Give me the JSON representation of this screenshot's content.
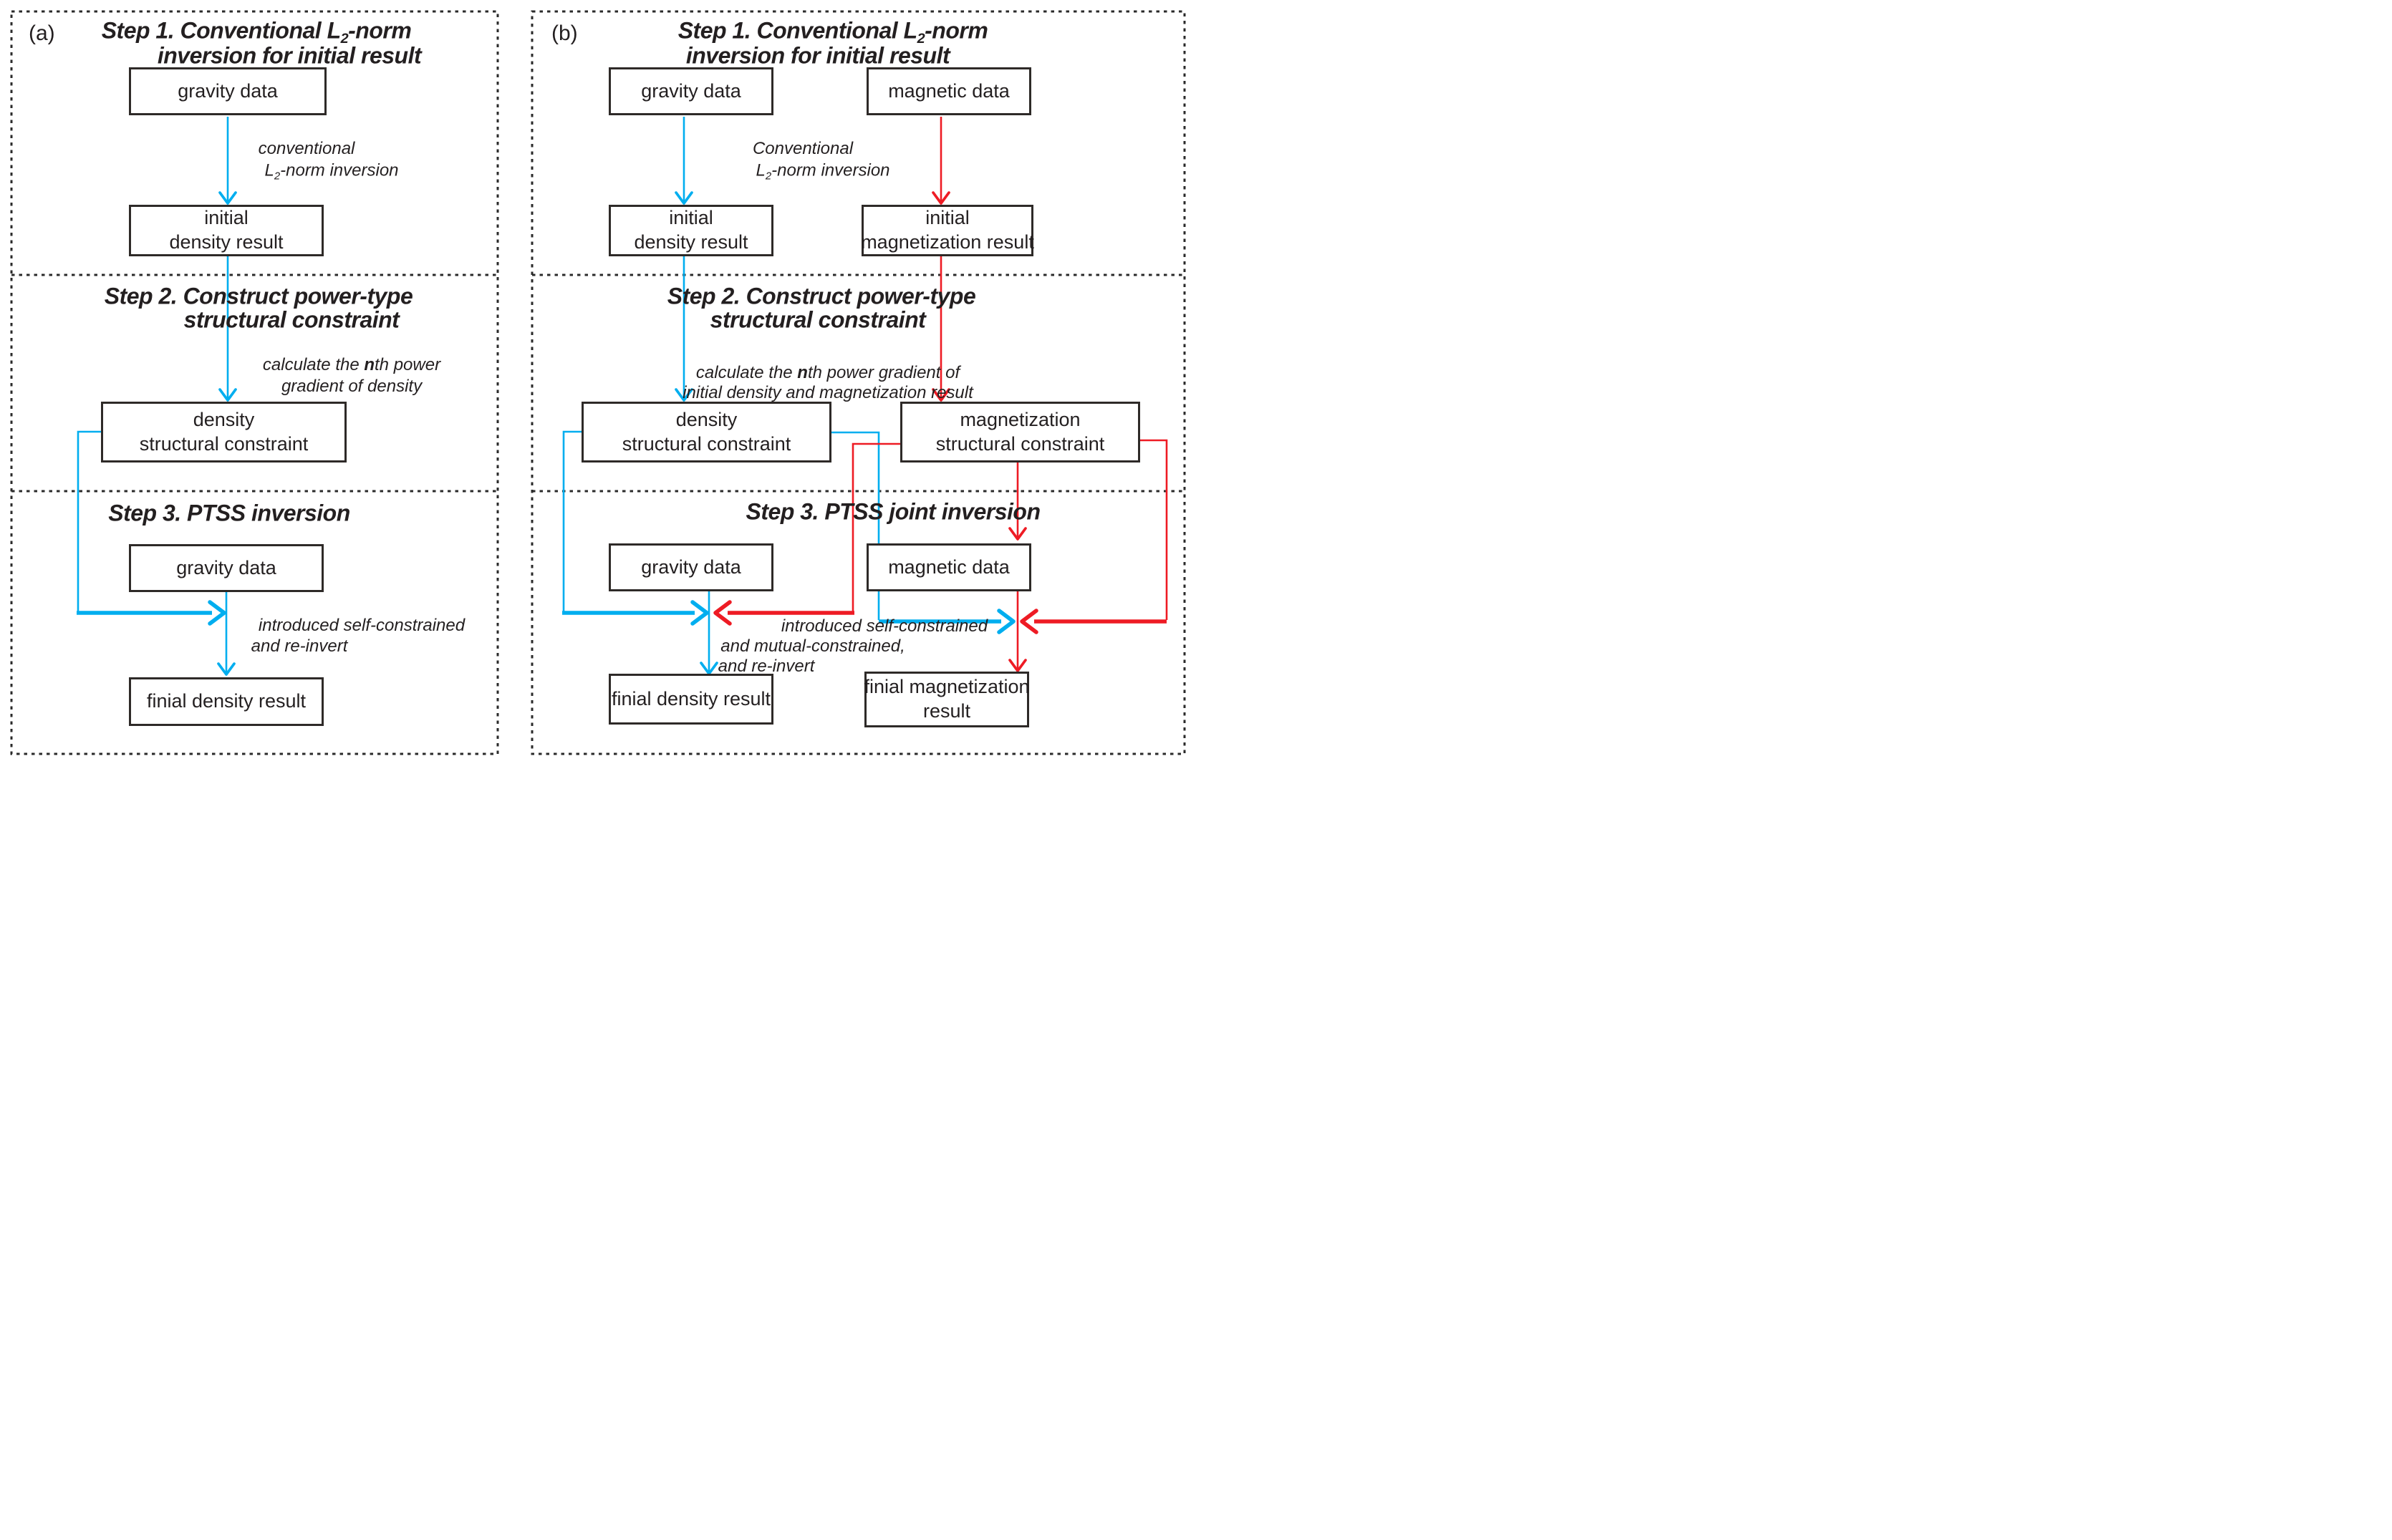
{
  "figure_type": "flowchart of PTSS inversion workflow",
  "colors": {
    "blue": "#00AEEF",
    "red": "#EE1B24",
    "ink": "#231F20",
    "box_border": "#2e2a28"
  },
  "panel_a": {
    "tag": "(a)",
    "step1_title": {
      "pre": "Step 1. Conventional L",
      "sub": "2",
      "post": "-norm",
      "line2": "inversion for initial result"
    },
    "conv_label": {
      "line1": "conventional",
      "pre": "L",
      "sub": "2",
      "post": "-norm inversion"
    },
    "step2_title": {
      "line1": "Step 2. Construct power-type",
      "line2": "structural constraint"
    },
    "calc_label": {
      "pre": "calculate the ",
      "bold": "n",
      "post": "th power",
      "line2": "gradient of density"
    },
    "step3_title": "Step 3. PTSS inversion",
    "intro_label": {
      "line1": "introduced self-constrained",
      "line2": "and re-invert"
    },
    "boxes": {
      "gravity1": "gravity data",
      "initial_density": {
        "line1": "initial",
        "line2": "density result"
      },
      "density_structural": {
        "line1": "density",
        "line2": "structural constraint"
      },
      "gravity2": "gravity data",
      "final_density": "finial density result"
    }
  },
  "panel_b": {
    "tag": "(b)",
    "step1_title": {
      "pre": "Step 1. Conventional L",
      "sub": "2",
      "post": "-norm",
      "line2": "inversion for initial result"
    },
    "conv_label": {
      "line1": "Conventional",
      "pre": "L",
      "sub": "2",
      "post": "-norm inversion"
    },
    "step2_title": {
      "line1": "Step 2. Construct power-type",
      "line2": "structural constraint"
    },
    "calc_label": {
      "pre": "calculate the ",
      "bold": "n",
      "post": "th power gradient of",
      "line2": "initial density and magnetization result"
    },
    "step3_title": "Step 3. PTSS joint inversion",
    "intro_label": {
      "line1": "introduced self-constrained",
      "line2": "and mutual-constrained,",
      "line3": "and re-invert"
    },
    "boxes": {
      "gravity1": "gravity data",
      "magnetic1": "magnetic data",
      "initial_density": {
        "line1": "initial",
        "line2": "density result"
      },
      "initial_mag": {
        "line1": "initial",
        "line2": "magnetization result"
      },
      "density_structural": {
        "line1": "density",
        "line2": "structural constraint"
      },
      "mag_structural": {
        "line1": "magnetization",
        "line2": "structural constraint"
      },
      "gravity2": "gravity data",
      "magnetic2": "magnetic data",
      "final_density": "finial density result",
      "final_mag": {
        "line1": "finial magnetization",
        "line2": "result"
      }
    }
  }
}
